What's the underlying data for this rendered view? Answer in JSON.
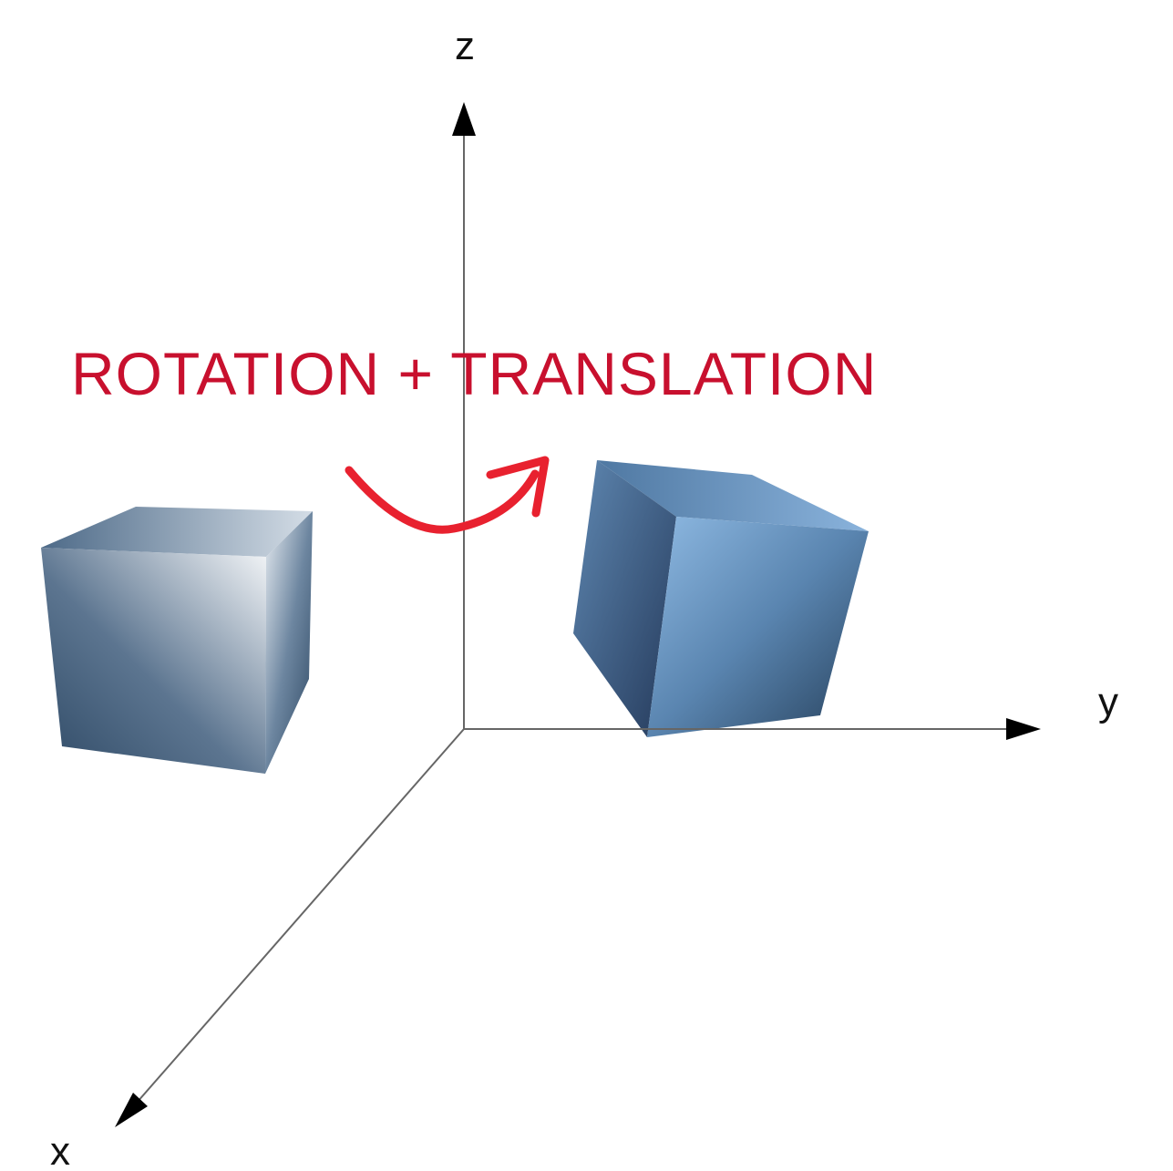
{
  "title": "ROTATION + TRANSLATION",
  "axes": {
    "z_label": "z",
    "y_label": "y",
    "x_label": "x"
  },
  "objects": [
    {
      "name": "original-cube",
      "state": "before"
    },
    {
      "name": "transformed-cube",
      "state": "after rotation and translation"
    }
  ],
  "arrow": {
    "meaning": "transformation",
    "icon": "curved-arrow-icon"
  },
  "colors": {
    "title": "#c8102e",
    "arrow": "#e8212f",
    "axis": "#555555",
    "cube_dark": "#2e4a66",
    "cube_light": "#8fb8e0"
  }
}
